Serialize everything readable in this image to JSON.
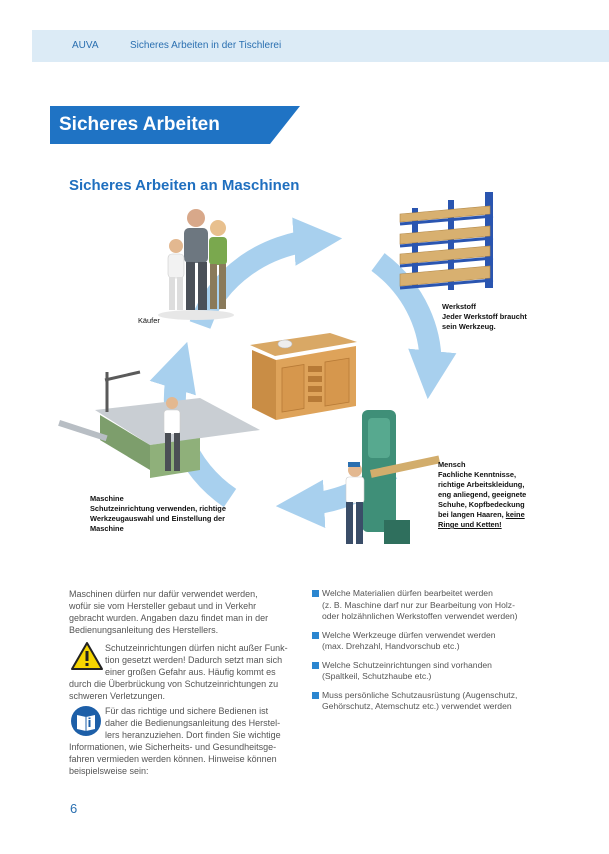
{
  "header": {
    "org": "AUVA",
    "title": "Sicheres Arbeiten in der Tischlerei"
  },
  "section": {
    "title": "Sicheres Arbeiten"
  },
  "subsection": {
    "title": "Sicheres Arbeiten an Maschinen"
  },
  "diagram": {
    "kaeufer": "Käufer",
    "werkstoff": {
      "heading": "Werkstoff",
      "line1": "Jeder Werkstoff braucht",
      "line2": "sein Werkzeug."
    },
    "mensch": {
      "heading": "Mensch",
      "line1": "Fachliche Kenntnisse,",
      "line2": "richtige Arbeitskleidung,",
      "line3": "eng anliegend, geeignete",
      "line4": "Schuhe, Kopfbedeckung",
      "line5a": "bei langen Haaren, ",
      "line5b": "keine",
      "line6": "Ringe und Ketten!"
    },
    "maschine": {
      "heading": "Maschine",
      "line1": "Schutzeinrichtung verwenden, richtige",
      "line2": "Werkzeugauswahl und Einstellung der",
      "line3": "Maschine"
    }
  },
  "body": {
    "para1": [
      "Maschinen dürfen nur dafür verwendet werden,",
      "wofür sie vom Hersteller gebaut und in Verkehr",
      "gebracht wurden. Angaben dazu findet man in der",
      "Bedienungsanleitung des Herstellers."
    ],
    "warning": [
      "Schutzeinrichtungen dürfen nicht außer Funk-",
      "tion gesetzt werden! Dadurch setzt man sich",
      "einer großen Gefahr aus. Häufig kommt es",
      "durch die Überbrückung von Schutzeinrichtungen zu",
      "schweren Verletzungen."
    ],
    "info": [
      "Für das richtige und sichere Bedienen ist",
      "daher die Bedienungsanleitung des Herstel-",
      "lers heranzuziehen. Dort finden Sie wichtige",
      "Informationen, wie Sicherheits- und Gesundheitsge-",
      "fahren vermieden werden können. Hinweise können",
      "beispielsweise sein:"
    ]
  },
  "bullets": [
    {
      "line1": "Welche Materialien dürfen bearbeitet werden",
      "line2": "(z. B. Maschine darf nur zur Bearbeitung von Holz-",
      "line3": "oder holzähnlichen Werkstoffen verwendet werden)"
    },
    {
      "line1": "Welche Werkzeuge dürfen verwendet werden",
      "line2": "(max. Drehzahl, Handvorschub etc.)",
      "line3": ""
    },
    {
      "line1": "Welche Schutzeinrichtungen sind vorhanden",
      "line2": "(Spaltkeil, Schutzhaube etc.)",
      "line3": ""
    },
    {
      "line1": "Muss persönliche Schutzausrüstung (Augenschutz,",
      "line2": "Gehörschutz, Atemschutz etc.) verwendet werden",
      "line3": ""
    }
  ],
  "page_number": "6",
  "colors": {
    "accent": "#1f73c4",
    "header_bg": "#dcebf6",
    "arrow": "#a8d0ee"
  }
}
